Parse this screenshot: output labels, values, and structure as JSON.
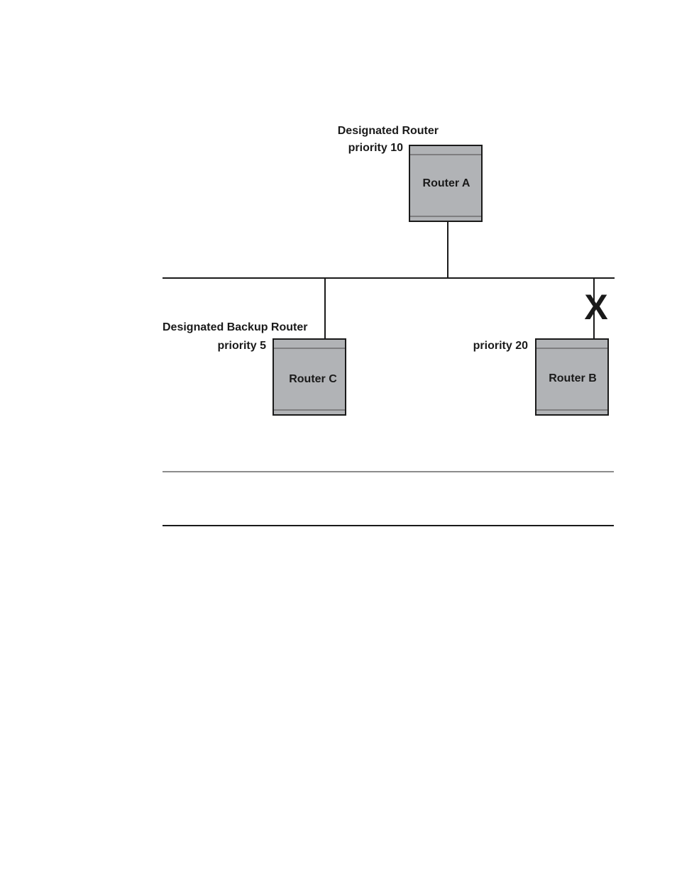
{
  "diagram": {
    "router_a": {
      "name": "Router A",
      "role": "Designated Router",
      "priority": "priority 10"
    },
    "router_b": {
      "name": "Router B",
      "priority": "priority 20",
      "link_state_mark": "X"
    },
    "router_c": {
      "name": "Router C",
      "role": "Designated Backup Router",
      "priority": "priority 5"
    }
  },
  "colors": {
    "router_fill": "#b1b3b6",
    "outline": "#1a1a1a"
  }
}
